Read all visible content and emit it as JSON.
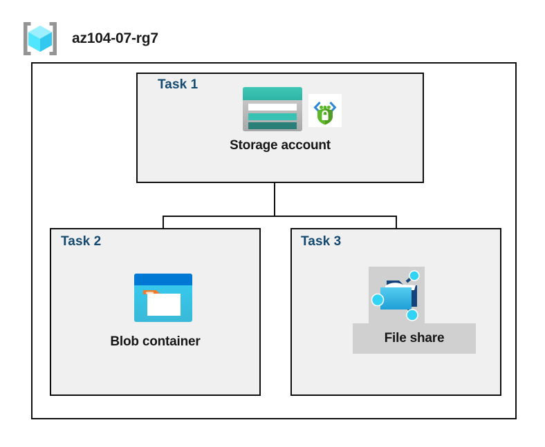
{
  "header": {
    "title": "az104-07-rg7",
    "icon": "resource-group-icon"
  },
  "diagram": {
    "type": "azure-architecture-diagram",
    "container_label": "az104-07-rg7",
    "nodes": [
      {
        "task_label": "Task 1",
        "caption": "Storage account",
        "icons": [
          "storage-account-icon",
          "private-endpoint-icon"
        ],
        "highlighted": false
      },
      {
        "task_label": "Task 2",
        "caption": "Blob container",
        "icons": [
          "blob-container-icon"
        ],
        "highlighted": false
      },
      {
        "task_label": "Task 3",
        "caption": "File share",
        "icons": [
          "file-share-icon"
        ],
        "highlighted": true
      }
    ],
    "connections": [
      {
        "from": "Storage account",
        "to": "Blob container"
      },
      {
        "from": "Storage account",
        "to": "File share"
      }
    ]
  },
  "colors": {
    "task_label": "#14496f",
    "caption": "#161616",
    "box_border": "#0d0d0d",
    "box_fill": "#f0f0f0",
    "canvas": "#ffffff",
    "highlight_plate": "#d0d0d0",
    "storage_teal": "#37bfb0",
    "storage_teal_dark": "#2a7f78",
    "storage_gray": "#b4b4b4",
    "blob_blue_dark": "#0078d4",
    "blob_cyan": "#32c8f0",
    "blob_orange": "#f3792a",
    "shield_green": "#5cb82a",
    "bracket_blue": "#2e86d6",
    "cube_cyan": "#50e6ff",
    "bracket_gray": "#949494"
  }
}
